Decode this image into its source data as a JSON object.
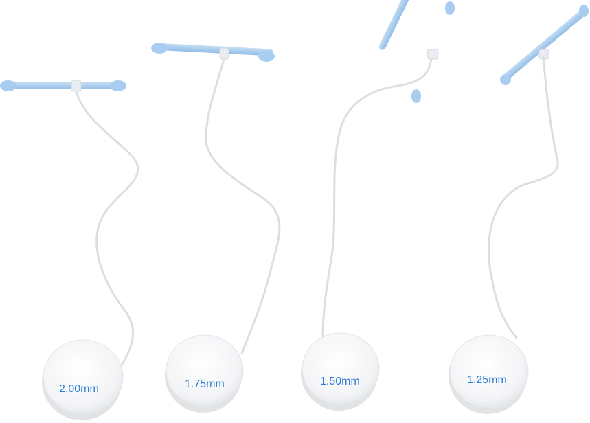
{
  "scene": {
    "background_color": "#ffffff",
    "bar_color": "#a9cdf0",
    "thread_color": "#dcdfe2",
    "disc_color": "#f6f7f8",
    "label_color": "#2f7fd6"
  },
  "items": [
    {
      "label": "2.00mm"
    },
    {
      "label": "1.75mm"
    },
    {
      "label": "1.50mm"
    },
    {
      "label": "1.25mm"
    }
  ]
}
